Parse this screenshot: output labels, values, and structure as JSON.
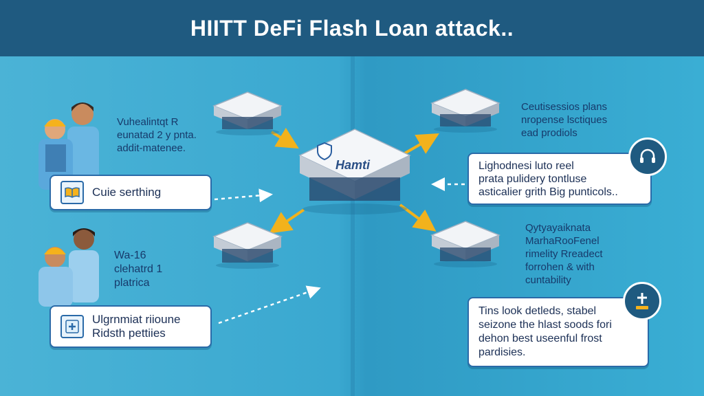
{
  "title": "HIITT DeFi Flash Loan attack..",
  "left": {
    "top_text": [
      "Vuhealintqt R",
      "eunatad 2 y pnta.",
      "addit-mateneе."
    ],
    "top_card": "Cuie serthing",
    "bottom_text": [
      "Wa-16",
      "clehatrd 1",
      "platrica"
    ],
    "bottom_card": [
      "Ulgrnmiat riioune",
      "Ridsth pettiies"
    ]
  },
  "center": {
    "hub_label": "Hamti"
  },
  "right": {
    "top_text": [
      "Ceutisessios plans",
      "nropense lsctiques",
      "ead prodiols"
    ],
    "top_card": [
      "Lighodnesi luto reel",
      "prata pulidery tontluse",
      "asticalier grith Big punticols.."
    ],
    "bottom_text": [
      "Qytyayaiknata",
      "MarhaRooFenel",
      "rimelity Rreadect",
      "forrohen & with",
      "cuntability"
    ],
    "bottom_card": [
      "Tins look detleds, stabel",
      "seizone the hlast soods fori",
      "dehon best useenful frost",
      "pardisies."
    ]
  },
  "colors": {
    "title_bg": "#1f5a80",
    "card_border": "#2a6aa8",
    "arrow": "#f2b21c",
    "text": "#173a6b"
  },
  "icons": {
    "left_top_card": "open-book-icon",
    "left_bottom_card": "shield-plus-icon",
    "right_top_badge": "headset-icon",
    "right_bottom_badge": "medical-cross-icon"
  }
}
